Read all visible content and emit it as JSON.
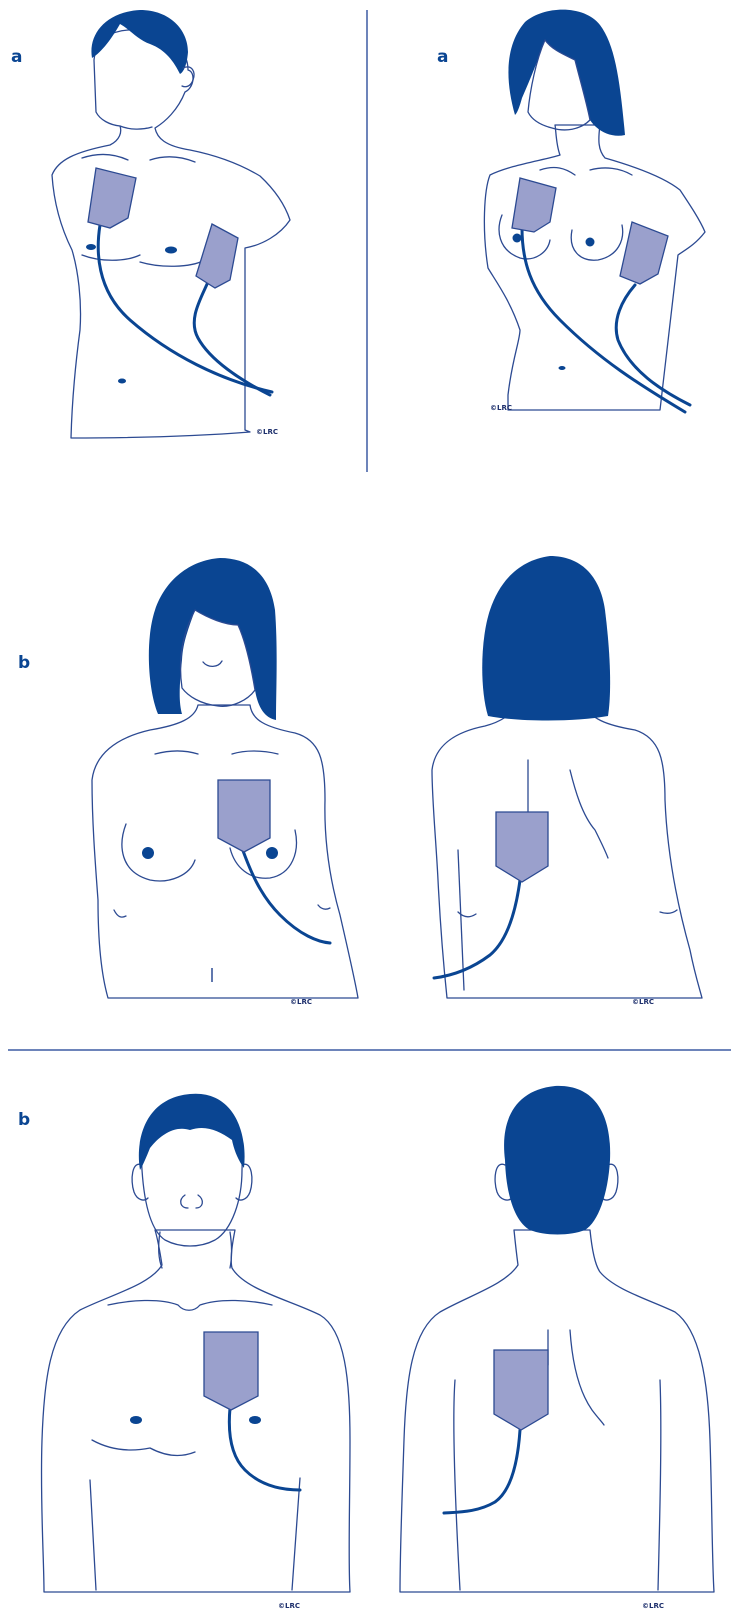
{
  "labels": {
    "panel1": "a",
    "panel2": "a",
    "panel3": "b",
    "panel4": "b"
  },
  "copyright": {
    "fig1": "©LRC",
    "fig2": "©LRC",
    "fig3": "©LRC",
    "fig4": "©LRC",
    "fig5": "©LRC",
    "fig6": "©LRC"
  },
  "colors": {
    "navy": "#0a4592",
    "outline": "#2c4a92",
    "pad": "#9aa0cc",
    "skin_light": "#f9e9eb",
    "skin_tan": "#e6c5a1",
    "divider": "#3d5ba3"
  }
}
